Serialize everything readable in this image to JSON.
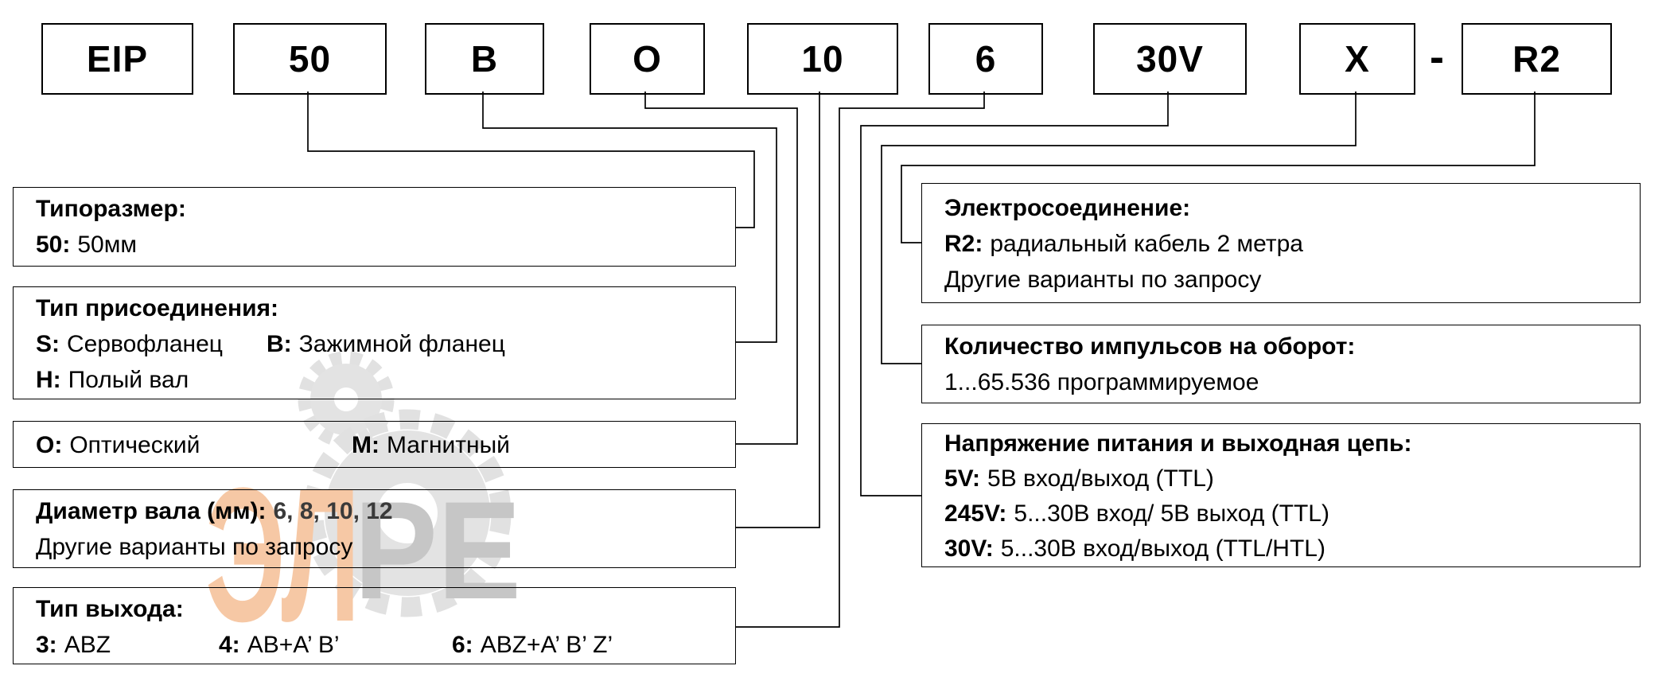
{
  "page": {
    "background": "#ffffff",
    "line_color": "#000000"
  },
  "product_code": {
    "segments": [
      {
        "code": "EIP"
      },
      {
        "code": "50"
      },
      {
        "code": "B"
      },
      {
        "code": "O"
      },
      {
        "code": "10"
      },
      {
        "code": "6"
      },
      {
        "code": "30V"
      },
      {
        "code": "X"
      },
      {
        "code": "R2"
      }
    ],
    "separator": "-"
  },
  "boxes": {
    "size": {
      "title": "Типоразмер:",
      "row1": {
        "prefix": "50:",
        "text": "50мм"
      }
    },
    "mount": {
      "title": "Тип присоединения:",
      "s": {
        "prefix": "S:",
        "text": "Сервофланец"
      },
      "b": {
        "prefix": "B:",
        "text": "Зажимной фланец"
      },
      "h": {
        "prefix": "H:",
        "text": "Полый вал"
      }
    },
    "sensing": {
      "o": {
        "prefix": "O:",
        "text": "Оптический"
      },
      "m": {
        "prefix": "M:",
        "text": "Магнитный"
      }
    },
    "shaft": {
      "title": "Диаметр вала (мм):",
      "values": "6, 8, 10, 12",
      "note": "Другие варианты по запросу"
    },
    "output_type": {
      "title": "Тип выхода:",
      "v3": {
        "prefix": "3:",
        "text": "ABZ"
      },
      "v4": {
        "prefix": "4:",
        "text": "AB+A’ B’"
      },
      "v6": {
        "prefix": "6:",
        "text": "ABZ+A’ B’ Z’"
      }
    },
    "connection": {
      "title": "Электросоединение:",
      "row1": {
        "prefix": "R2:",
        "text": "радиальный кабель 2 метра"
      },
      "note": "Другие варианты по запросу"
    },
    "pulses": {
      "title": "Количество импульсов на оборот:",
      "note": "1...65.536 программируемое"
    },
    "voltage": {
      "title": "Напряжение питания и выходная цепь:",
      "v5": {
        "prefix": "5V:",
        "text": "5В вход/выход (TTL)"
      },
      "v245": {
        "prefix": "245V:",
        "text": "5...30В вход/ 5В выход (TTL)"
      },
      "v30": {
        "prefix": "30V:",
        "text": "5...30В вход/выход (TTL/HTL)"
      }
    }
  },
  "watermark": {
    "left_text": "ЭЛ",
    "right_text": "РЕ",
    "orange": "#ef934d",
    "gray": "#8f8f8f",
    "gear_color": "#c4c4c4"
  }
}
